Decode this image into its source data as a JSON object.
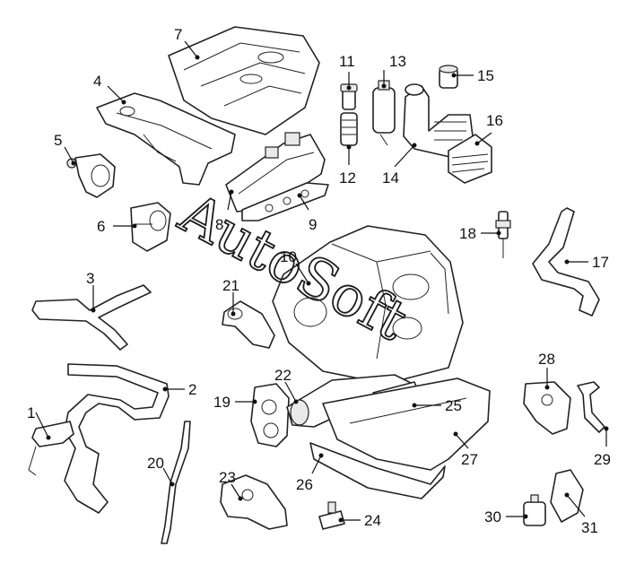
{
  "watermark": "AutoSoft",
  "callouts": [
    {
      "id": "1",
      "label": "1"
    },
    {
      "id": "2",
      "label": "2"
    },
    {
      "id": "3",
      "label": "3"
    },
    {
      "id": "4",
      "label": "4"
    },
    {
      "id": "5",
      "label": "5"
    },
    {
      "id": "6",
      "label": "6"
    },
    {
      "id": "7",
      "label": "7"
    },
    {
      "id": "8",
      "label": "8"
    },
    {
      "id": "9",
      "label": "9"
    },
    {
      "id": "10",
      "label": "10"
    },
    {
      "id": "11",
      "label": "11"
    },
    {
      "id": "12",
      "label": "12"
    },
    {
      "id": "13",
      "label": "13"
    },
    {
      "id": "14",
      "label": "14"
    },
    {
      "id": "15",
      "label": "15"
    },
    {
      "id": "16",
      "label": "16"
    },
    {
      "id": "17",
      "label": "17"
    },
    {
      "id": "18",
      "label": "18"
    },
    {
      "id": "19",
      "label": "19"
    },
    {
      "id": "20",
      "label": "20"
    },
    {
      "id": "21",
      "label": "21"
    },
    {
      "id": "22",
      "label": "22"
    },
    {
      "id": "23",
      "label": "23"
    },
    {
      "id": "24",
      "label": "24"
    },
    {
      "id": "25",
      "label": "25"
    },
    {
      "id": "26",
      "label": "26"
    },
    {
      "id": "27",
      "label": "27"
    },
    {
      "id": "28",
      "label": "28"
    },
    {
      "id": "29",
      "label": "29"
    },
    {
      "id": "30",
      "label": "30"
    },
    {
      "id": "31",
      "label": "31"
    }
  ]
}
